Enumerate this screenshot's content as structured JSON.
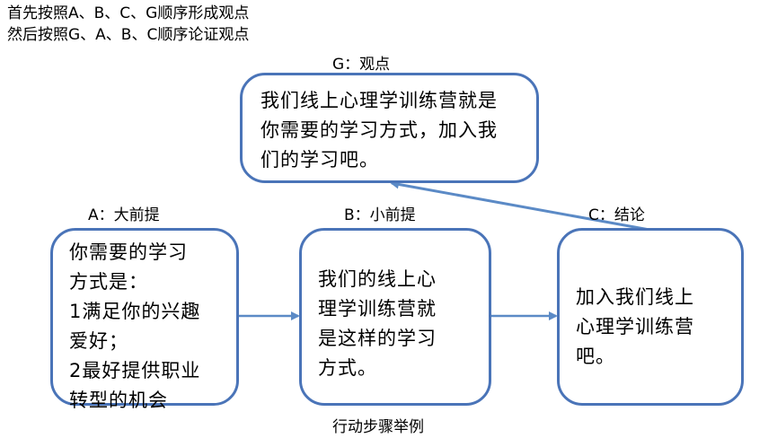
{
  "intro": {
    "line1": "首先按照A、B、C、G顺序形成观点",
    "line2": "然后按照G、A、B、C顺序论证观点"
  },
  "nodes": {
    "g": {
      "label": "G：观点",
      "lines": [
        "我们线上心理学训练营就是",
        "你需要的学习方式，加入我",
        "们的学习吧。"
      ]
    },
    "a": {
      "label": "A：大前提",
      "lines": [
        "你需要的学习",
        "方式是：",
        "1满足你的兴趣",
        "爱好；",
        "2最好提供职业",
        "转型的机会"
      ]
    },
    "b": {
      "label": "B：小前提",
      "lines": [
        "我们的线上心",
        "理学训练营就",
        "是这样的学习",
        "方式。"
      ]
    },
    "c": {
      "label": "C：结论",
      "lines": [
        "加入我们线上",
        "心理学训练营",
        "吧。"
      ]
    }
  },
  "caption": "行动步骤举例",
  "colors": {
    "border": "#4a74b8",
    "arrow": "#5b8ac6"
  }
}
